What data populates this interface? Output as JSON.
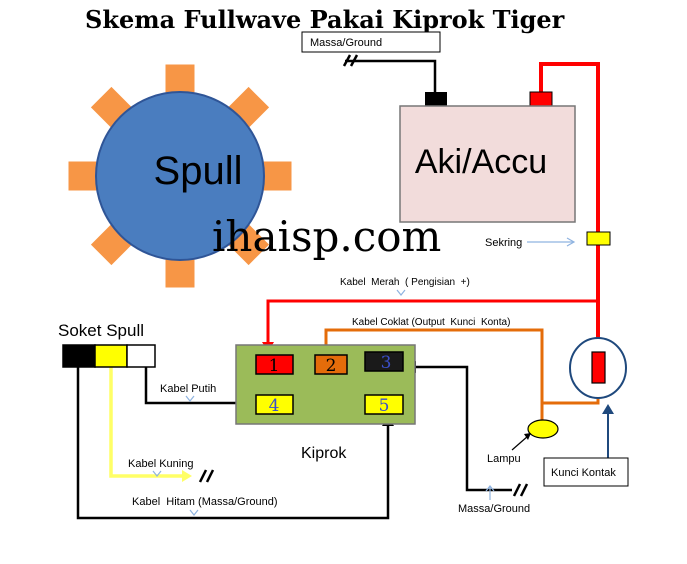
{
  "title": "Skema Fullwave Pakai Kiprok Tiger",
  "watermark": "ihaisp.com",
  "components": {
    "spull": "Spull",
    "aki": "Aki/Accu",
    "kiprok": "Kiprok",
    "soket": "Soket Spull",
    "sekring": "Sekring",
    "lampu": "Lampu",
    "kunci_kontak": "Kunci Kontak"
  },
  "terminals": [
    "1",
    "2",
    "3",
    "4",
    "5"
  ],
  "labels": {
    "massa_top": "Massa/Ground",
    "massa_bottom": "Massa/Ground",
    "kabel_merah": "Kabel  Merah  ( Pengisian  +)",
    "kabel_coklat": "Kabel Coklat (Output  Kunci  Konta)",
    "kabel_putih": "Kabel Putih",
    "kabel_kuning": "Kabel Kuning",
    "kabel_hitam": "Kabel  Hitam (Massa/Ground)"
  },
  "colors": {
    "spull_fill": "#4a7dbf",
    "spull_teeth": "#f79646",
    "aki_fill": "#f2dcdb",
    "kiprok_fill": "#9bbb59",
    "wire_red": "#ff0000",
    "wire_brown": "#e46c0a",
    "wire_yellow": "#ffff66",
    "wire_black": "#000000",
    "terminal_red": "#ff0000",
    "terminal_orange": "#e46c0a",
    "terminal_dark": "#1a1a1a",
    "terminal_yellow": "#ffff00",
    "fuse": "#ffff00",
    "lamp": "#ffff00"
  }
}
